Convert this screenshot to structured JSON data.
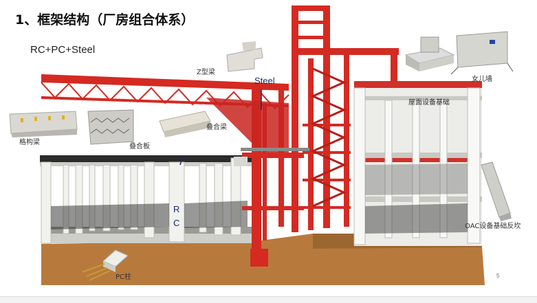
{
  "slide": {
    "title": "1、框架结构（厂房组合体系）",
    "subtitle": "RC+PC+Steel",
    "page_number": "5"
  },
  "labels": {
    "z_beam": "Z型梁",
    "steel": "Steel",
    "parapet": "女儿墙",
    "roof_equipment_base": "屋面设备基础",
    "lattice_beam": "格构梁",
    "composite_slab": "叠合板",
    "composite_beam": "叠合梁",
    "rc_letter_r": "R",
    "rc_letter_c": "C",
    "oac_base": "OAC设备基础反坎",
    "pc_column": "PC柱"
  },
  "colors": {
    "steel_red": "#d42a22",
    "concrete": "#e8e8e4",
    "concrete_shade": "#b9b9b4",
    "soil": "#b87a3c",
    "ink_blue": "#1a2a6a"
  }
}
